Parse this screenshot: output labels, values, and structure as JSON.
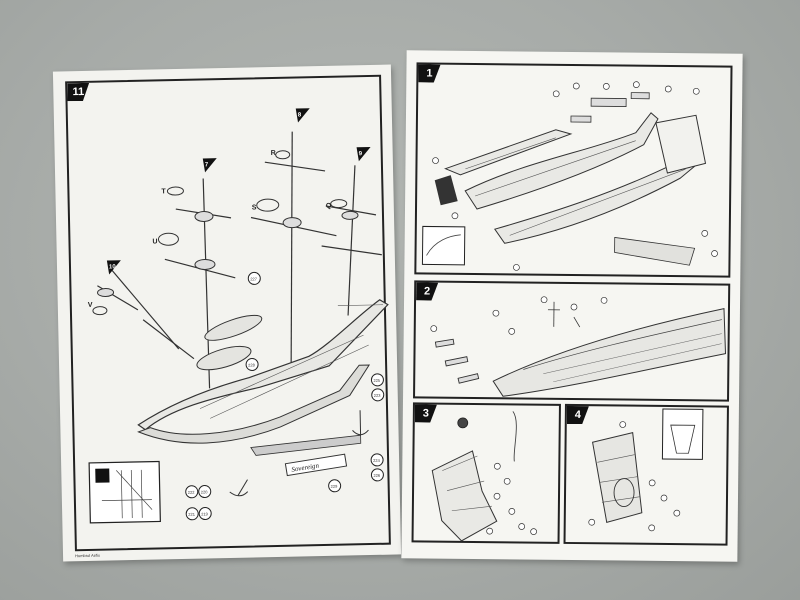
{
  "left_sheet": {
    "step_number": "11",
    "credit_line": "Humbrol Airfix",
    "mast_flags": [
      "7",
      "8",
      "9",
      "10"
    ],
    "callout_letters": [
      "T",
      "U",
      "S",
      "R",
      "Q",
      "V"
    ],
    "part_circles": [
      "227",
      "228",
      "225",
      "223",
      "224",
      "226",
      "229",
      "222",
      "220",
      "221",
      "219"
    ],
    "nameplate_text": "Sovereign"
  },
  "right_sheet": {
    "panels": [
      {
        "number": "1"
      },
      {
        "number": "2"
      },
      {
        "number": "3"
      },
      {
        "number": "4"
      }
    ]
  }
}
